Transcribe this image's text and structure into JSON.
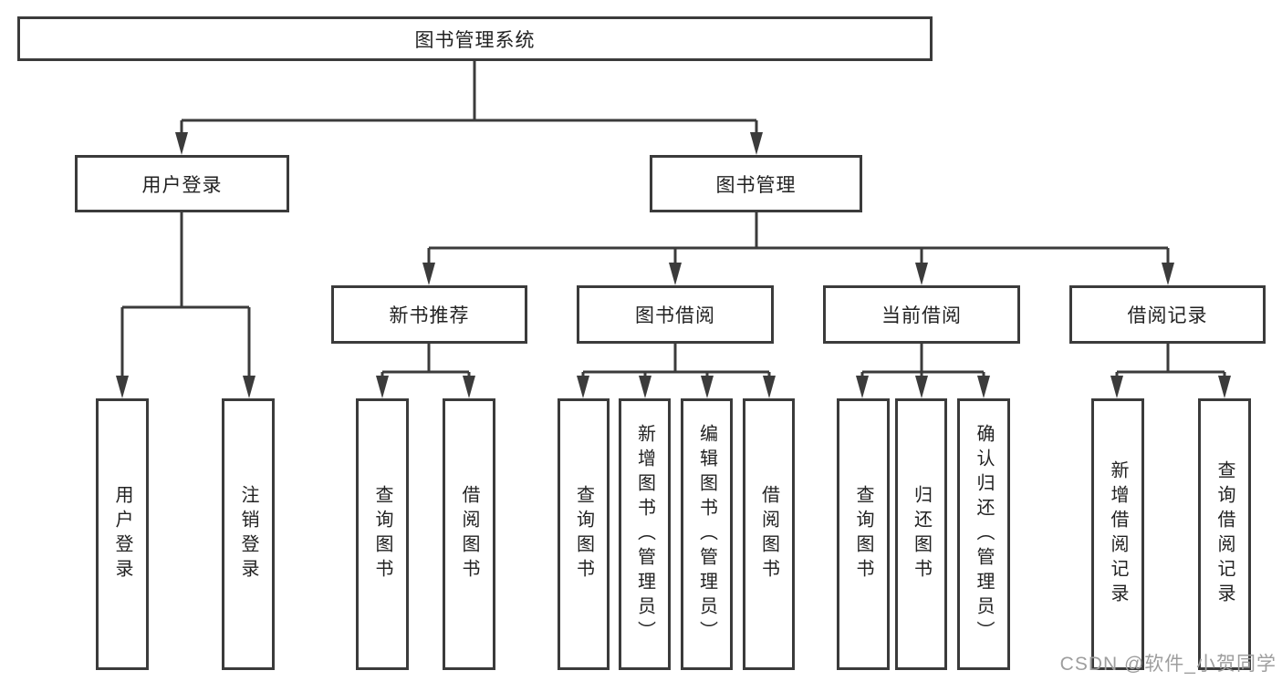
{
  "colors": {
    "line": "#3b3b3b",
    "box_border": "#3b3b3b",
    "box_fill": "#ffffff",
    "text": "#222222",
    "watermark": "#9e9e9e",
    "background": "#ffffff"
  },
  "tree": {
    "root": {
      "label": "图书管理系统",
      "children": [
        {
          "label": "用户登录",
          "children": [
            {
              "label": "用户登录"
            },
            {
              "label": "注销登录"
            }
          ]
        },
        {
          "label": "图书管理",
          "children": [
            {
              "label": "新书推荐",
              "children": [
                {
                  "label": "查询图书"
                },
                {
                  "label": "借阅图书"
                }
              ]
            },
            {
              "label": "图书借阅",
              "children": [
                {
                  "label": "查询图书"
                },
                {
                  "label": "新增图书（管理员）"
                },
                {
                  "label": "编辑图书（管理员）"
                },
                {
                  "label": "借阅图书"
                }
              ]
            },
            {
              "label": "当前借阅",
              "children": [
                {
                  "label": "查询图书"
                },
                {
                  "label": "归还图书"
                },
                {
                  "label": "确认归还（管理员）"
                }
              ]
            },
            {
              "label": "借阅记录",
              "children": [
                {
                  "label": "新增借阅记录"
                },
                {
                  "label": "查询借阅记录"
                }
              ]
            }
          ]
        }
      ]
    }
  },
  "watermark": {
    "text": "CSDN @软件_小贺同学"
  }
}
